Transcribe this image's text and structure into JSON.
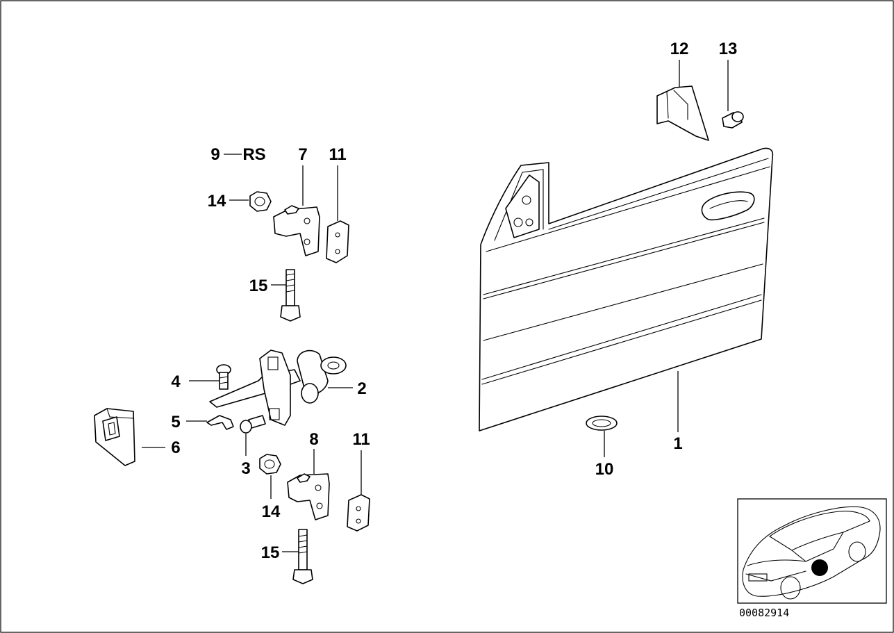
{
  "labels": {
    "l1": "1",
    "l2": "2",
    "l3": "3",
    "l4": "4",
    "l5": "5",
    "l6": "6",
    "l7": "7",
    "l8": "8",
    "l9": "9",
    "l9_suffix": "RS",
    "l10": "10",
    "l11_top": "11",
    "l11_bottom": "11",
    "l12": "12",
    "l13": "13",
    "l14_top": "14",
    "l14_bottom": "14",
    "l15_top": "15",
    "l15_bottom": "15"
  },
  "reference_number": "00082914",
  "colors": {
    "line": "#000000",
    "background": "#ffffff",
    "locator_dot": "#000000"
  }
}
